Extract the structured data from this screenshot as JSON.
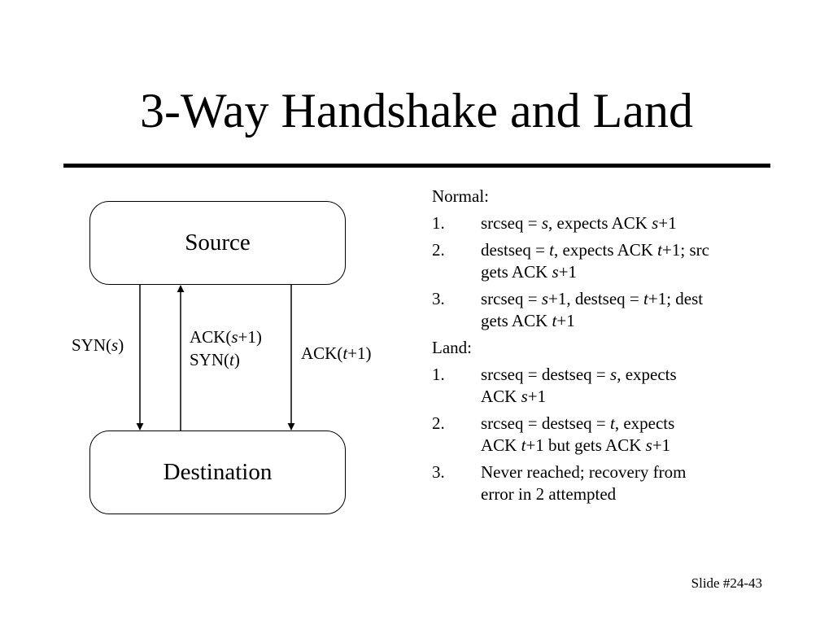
{
  "title": "3-Way Handshake and Land",
  "diagram": {
    "nodes": {
      "source": "Source",
      "destination": "Destination"
    },
    "messages": {
      "syn": [
        [
          {
            "t": "SYN("
          },
          {
            "t": "s",
            "i": true
          },
          {
            "t": ")"
          }
        ]
      ],
      "ack_syn": [
        [
          {
            "t": "ACK("
          },
          {
            "t": "s",
            "i": true
          },
          {
            "t": "+1)"
          }
        ],
        [
          {
            "t": "SYN("
          },
          {
            "t": "t",
            "i": true
          },
          {
            "t": ")"
          }
        ]
      ],
      "ack_t": [
        [
          {
            "t": "ACK("
          },
          {
            "t": "t",
            "i": true
          },
          {
            "t": "+1)"
          }
        ]
      ]
    }
  },
  "notes": {
    "normal": {
      "heading": "Normal:",
      "items": [
        {
          "num": "1.",
          "lines": [
            [
              {
                "t": "srcseq = "
              },
              {
                "t": "s",
                "i": true
              },
              {
                "t": ", expects ACK "
              },
              {
                "t": "s",
                "i": true
              },
              {
                "t": "+1"
              }
            ]
          ]
        },
        {
          "num": "2.",
          "lines": [
            [
              {
                "t": "destseq = "
              },
              {
                "t": "t",
                "i": true
              },
              {
                "t": ", expects ACK "
              },
              {
                "t": "t",
                "i": true
              },
              {
                "t": "+1; src"
              }
            ],
            [
              {
                "t": "gets ACK "
              },
              {
                "t": "s",
                "i": true
              },
              {
                "t": "+1"
              }
            ]
          ]
        },
        {
          "num": "3.",
          "lines": [
            [
              {
                "t": "srcseq = "
              },
              {
                "t": "s",
                "i": true
              },
              {
                "t": "+1, destseq = "
              },
              {
                "t": "t",
                "i": true
              },
              {
                "t": "+1; dest"
              }
            ],
            [
              {
                "t": "gets ACK "
              },
              {
                "t": "t",
                "i": true
              },
              {
                "t": "+1"
              }
            ]
          ]
        }
      ]
    },
    "land": {
      "heading": "Land:",
      "items": [
        {
          "num": "1.",
          "lines": [
            [
              {
                "t": "srcseq = destseq = "
              },
              {
                "t": "s",
                "i": true
              },
              {
                "t": ", expects"
              }
            ],
            [
              {
                "t": "ACK "
              },
              {
                "t": "s",
                "i": true
              },
              {
                "t": "+1"
              }
            ]
          ]
        },
        {
          "num": "2.",
          "lines": [
            [
              {
                "t": "srcseq = destseq = "
              },
              {
                "t": "t",
                "i": true
              },
              {
                "t": ", expects"
              }
            ],
            [
              {
                "t": "ACK "
              },
              {
                "t": "t",
                "i": true
              },
              {
                "t": "+1 but gets ACK "
              },
              {
                "t": "s",
                "i": true
              },
              {
                "t": "+1"
              }
            ]
          ]
        },
        {
          "num": "3.",
          "lines": [
            [
              {
                "t": "Never reached; recovery from"
              }
            ],
            [
              {
                "t": "error in 2 attempted"
              }
            ]
          ]
        }
      ]
    }
  },
  "footer": {
    "slide_number": "Slide #24-43"
  }
}
